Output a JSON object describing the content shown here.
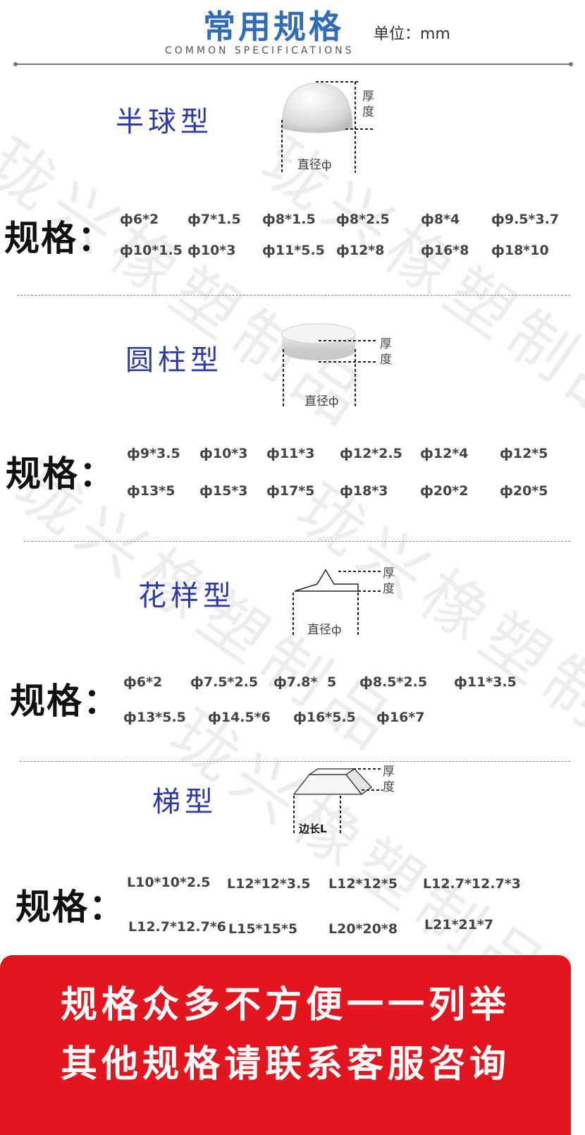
{
  "header": {
    "title": "常用规格",
    "unit": "单位：mm",
    "subtitle": "COMMON SPECIFICATIONS"
  },
  "watermark": "珑兴橡塑制品",
  "dim_labels": {
    "thickness": "厚度",
    "diameter": "直径ф",
    "side_length": "边长L"
  },
  "spec_label": "规格：",
  "sections": [
    {
      "name": "半球型",
      "specs": [
        "ф6*2",
        "ф7*1.5",
        "ф8*1.5",
        "ф8*2.5",
        "ф8*4",
        "ф9.5*3.7",
        "ф10*1.5",
        "ф10*3",
        "ф11*5.5",
        "ф12*8",
        "ф16*8",
        "ф18*10"
      ]
    },
    {
      "name": "圆柱型",
      "specs": [
        "ф9*3.5",
        "ф10*3",
        "ф11*3",
        "ф12*2.5",
        "ф12*4",
        "ф12*5",
        "ф13*5",
        "ф15*3",
        "ф17*5",
        "ф18*3",
        "ф20*2",
        "ф20*5"
      ]
    },
    {
      "name": "花样型",
      "specs": [
        "ф6*2",
        "ф7.5*2.5",
        "ф7.8*",
        "5",
        "ф8.5*2.5",
        "ф11*3.5",
        "ф13*5.5",
        "ф14.5*6",
        "ф16*5.5",
        "ф16*7"
      ]
    },
    {
      "name": "梯型",
      "specs": [
        "L10*10*2.5",
        "L12*12*3.5",
        "L12*12*5",
        "L12.7*12.7*3",
        "L12.7*12.7*6",
        "L15*15*5",
        "L20*20*8",
        "L21*21*7"
      ]
    }
  ],
  "banner": {
    "line1": "规格众多不方便一一列举",
    "line2": "其他规格请联系客服咨询"
  }
}
